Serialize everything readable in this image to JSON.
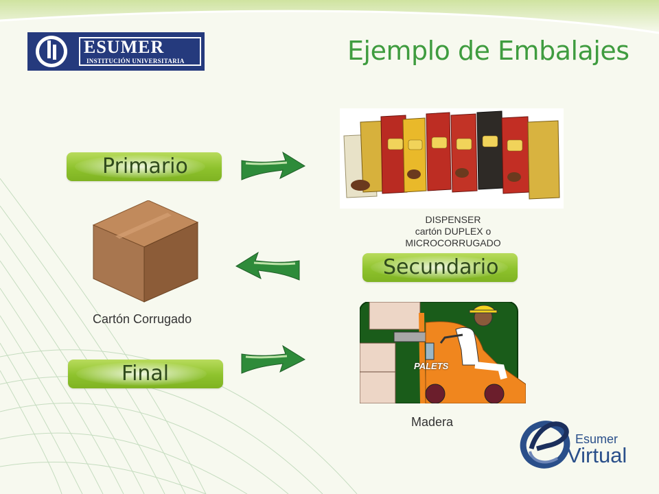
{
  "header": {
    "logo_name": "ESUMER",
    "logo_subtitle": "INSTITUCIÓN UNIVERSITARIA",
    "title": "Ejemplo de Embalajes"
  },
  "labels": {
    "primario": "Primario",
    "secundario": "Secundario",
    "final": "Final"
  },
  "captions": {
    "dispenser_line1": "DISPENSER",
    "dispenser_line2": "cartón DUPLEX o",
    "dispenser_line3": "MICROCORRUGADO",
    "carton": "Cartón Corrugado",
    "madera": "Madera",
    "palets": "PALETS"
  },
  "footer_logo": {
    "line1": "Esumer",
    "line2": "Virtual"
  },
  "colors": {
    "accent_green": "#3f9c3f",
    "pill_green": "#8ec22d",
    "logo_blue": "#253a7d",
    "box_brown": "#a8764f"
  }
}
